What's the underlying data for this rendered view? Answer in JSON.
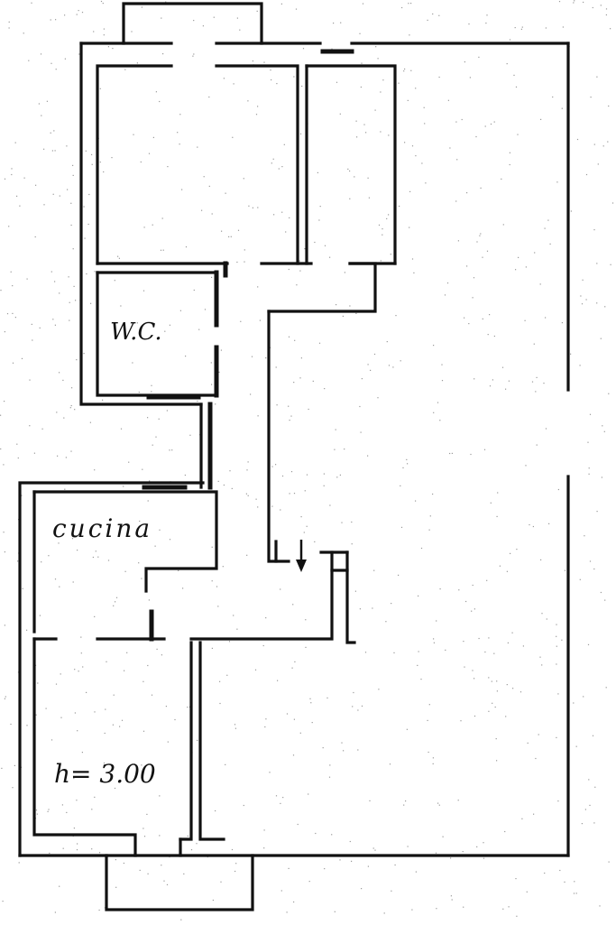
{
  "rooms": {
    "wc": "W.C.",
    "kitchen": "cucina",
    "height_note": "h= 3.00"
  },
  "colors": {
    "background": "#ffffff",
    "ink": "#111111",
    "speckle": "#9a9a9a"
  },
  "icons": {
    "entrance_arrow": "down-arrow-icon"
  }
}
